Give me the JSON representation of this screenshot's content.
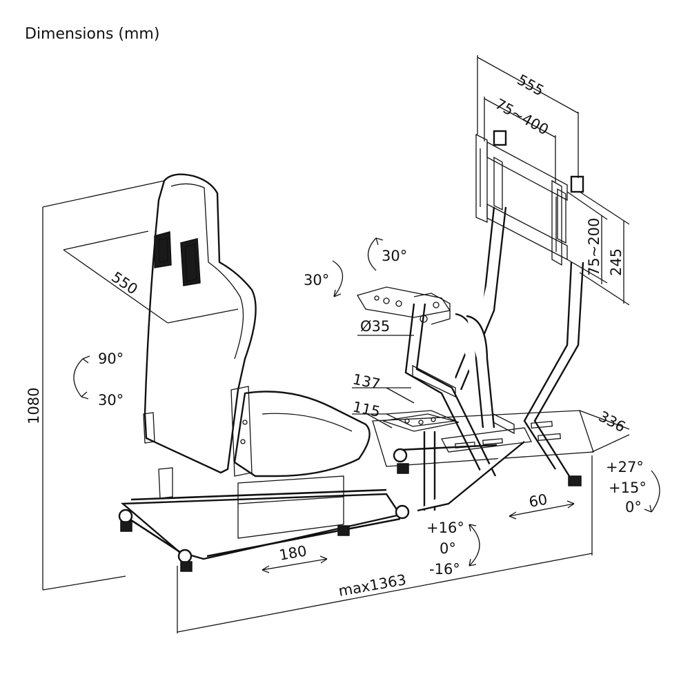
{
  "title": "Dimensions (mm)",
  "dimensions": {
    "monitor_width": "555",
    "vesa_horizontal": "75~400",
    "vesa_vertical": "75~200",
    "mount_height": "245",
    "seat_depth": "550",
    "wheel_tilt_a": "30°",
    "wheel_tilt_b": "30°",
    "tube_diameter": "Ø35",
    "wheel_offset_137": "137",
    "wheel_offset_115": "115",
    "backrest_up": "90°",
    "backrest_down": "30°",
    "total_height": "1080",
    "pedal_width": "336",
    "pedal_angle_27": "+27°",
    "pedal_angle_15": "+15°",
    "pedal_angle_0": "0°",
    "pedal_slide": "60",
    "shifter_plus16": "+16°",
    "shifter_0": "0°",
    "shifter_minus16": "-16°",
    "seat_slide": "180",
    "max_length": "max1363"
  }
}
